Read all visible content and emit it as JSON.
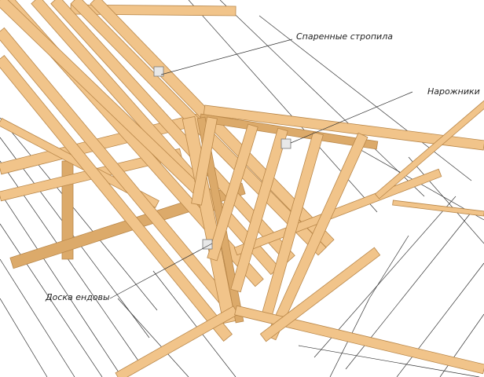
{
  "labels": {
    "paired_rafters": "Спаренные стропила",
    "jack_rafters": "Нарожники",
    "valley_board": "Доска ендовы"
  },
  "colors": {
    "wood": "#f1c48a",
    "wood_edge": "#b98749",
    "wood_dark": "#dcaa6a",
    "guide_line": "#333333",
    "bracket": "#e8e8e8"
  },
  "icons": [
    "metal-bracket-icon"
  ]
}
